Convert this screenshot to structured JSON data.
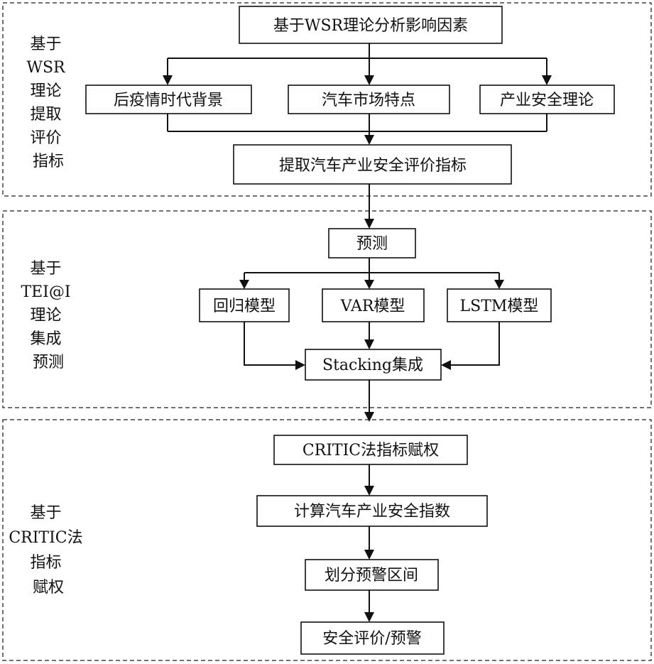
{
  "sections": [
    {
      "label_lines": [
        "基于",
        "WSR",
        "理论",
        "提取",
        "评价",
        "指标"
      ],
      "boxes": {
        "top": "基于WSR理论分析影响因素",
        "left": "后疫情时代背景",
        "middle": "汽车市场特点",
        "right": "产业安全理论",
        "bottom": "提取汽车产业安全评价指标"
      }
    },
    {
      "label_lines": [
        "基于",
        "TEI@I",
        "理论",
        "集成",
        "预测"
      ],
      "boxes": {
        "top": "预测",
        "left": "回归模型",
        "middle": "VAR模型",
        "right": "LSTM模型",
        "bottom": "Stacking集成"
      }
    },
    {
      "label_lines": [
        "基于",
        "CRITIC法",
        "指标",
        "赋权"
      ],
      "boxes": {
        "step1": "CRITIC法指标赋权",
        "step2": "计算汽车产业安全指数",
        "step3": "划分预警区间",
        "step4": "安全评价/预警"
      }
    }
  ]
}
